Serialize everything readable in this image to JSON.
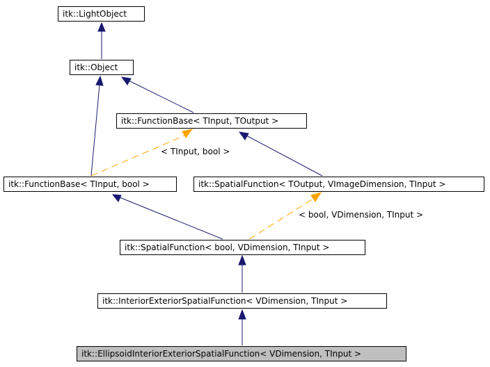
{
  "colors": {
    "inheritance": "#191970",
    "template": "#ffa500",
    "highlight_fill": "#bfbfbf"
  },
  "nodes": {
    "light_object": "itk::LightObject",
    "object": "itk::Object",
    "function_base_toutput": "itk::FunctionBase< TInput, TOutput >",
    "function_base_bool": "itk::FunctionBase< TInput, bool >",
    "spatial_function_toutput": "itk::SpatialFunction< TOutput, VImageDimension, TInput >",
    "spatial_function_bool": "itk::SpatialFunction< bool, VDimension, TInput >",
    "interior_exterior": "itk::InteriorExteriorSpatialFunction< VDimension, TInput >",
    "ellipsoid": "itk::EllipsoidInteriorExteriorSpatialFunction< VDimension, TInput >"
  },
  "template_labels": {
    "function_base_args": "< TInput, bool >",
    "spatial_function_args": "< bool, VDimension, TInput >"
  }
}
